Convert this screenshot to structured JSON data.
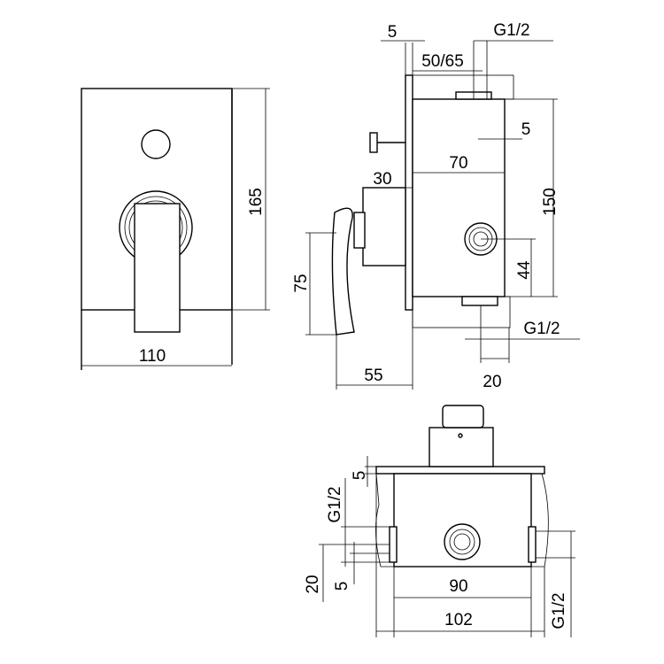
{
  "front_view": {
    "width": "110",
    "height": "165"
  },
  "side_view": {
    "plate": "5",
    "top_conn": "G1/2",
    "depth_range": "50/65",
    "offset": "5",
    "body_depth": "70",
    "handle_proj": "30",
    "height": "150",
    "handle_height": "75",
    "outlet_height": "44",
    "bottom_conn": "G1/2",
    "handle_reach": "55",
    "bottom_offset": "20"
  },
  "bottom_view": {
    "plate": "5",
    "side_conn": "G1/2",
    "left_offset": "20",
    "left_small": "5",
    "inner_width": "90",
    "outer_width": "102",
    "right_conn": "G1/2"
  },
  "colors": {
    "line": "#000000",
    "background": "#ffffff"
  }
}
